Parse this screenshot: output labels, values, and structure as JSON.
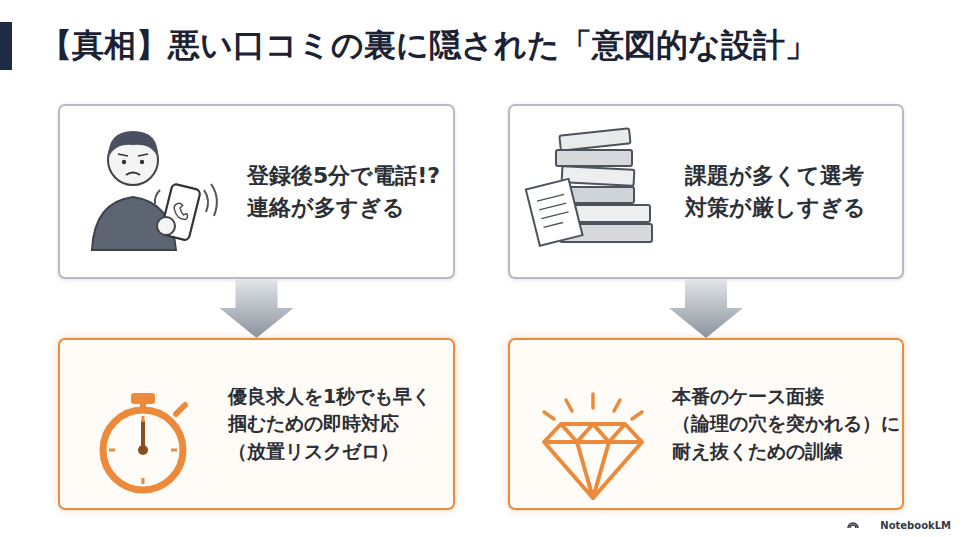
{
  "diagram": {
    "title": "【真相】悪い口コミの裏に隠された「意図的な設計」",
    "nodes": [
      {
        "text": [
          "登録後5分で電話!? 連絡が多すぎる"
        ]
      },
      {
        "text": [
          "課題が多くて選考 対策が厳しすぎる"
        ]
      },
      {
        "text": [
          "優良求人を1秒でも早く 掴むための即時対応 （放置リスクゼロ）"
        ]
      },
      {
        "text": [
          "本番のケース面接 （論理の穴を突かれる）に 耐え抜くための訓練"
        ]
      }
    ],
    "edges": [
      {
        "from": 0,
        "to": 2,
        "arrow": "to"
      },
      {
        "from": 1,
        "to": 3,
        "arrow": "to"
      }
    ],
    "labels": [
      "NotebookLM"
    ]
  }
}
